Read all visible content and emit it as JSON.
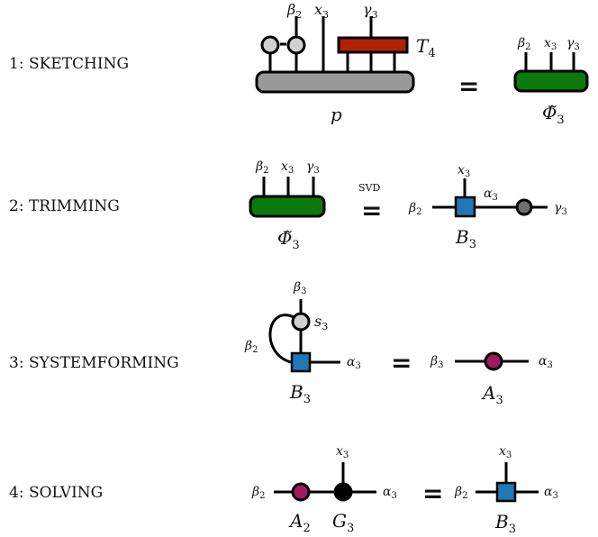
{
  "steps": [
    {
      "label": "1: SKETCHING"
    },
    {
      "label": "2: TRIMMING"
    },
    {
      "label": "3: SYSTEMFORMING"
    },
    {
      "label": "4: SOLVING"
    }
  ],
  "equals": "=",
  "svd": "SVD",
  "colors": {
    "gray_tensor": "#999999",
    "red_tensor": "#b22200",
    "green_tensor": "#0a7a0a",
    "light_gray_node": "#d0d0d0",
    "dark_gray_node": "#6e6e6e",
    "blue_node": "#1f77b4",
    "purple_node": "#a21a5e",
    "black_node": "#000000"
  },
  "sym": {
    "beta": "β",
    "x": "x",
    "gamma": "γ",
    "alpha": "α",
    "s": "s",
    "T": "T",
    "p": "p",
    "Phi": "Φ̃",
    "B": "B",
    "A": "A",
    "G": "G",
    "i2": "2",
    "i3": "3",
    "i4": "4"
  }
}
